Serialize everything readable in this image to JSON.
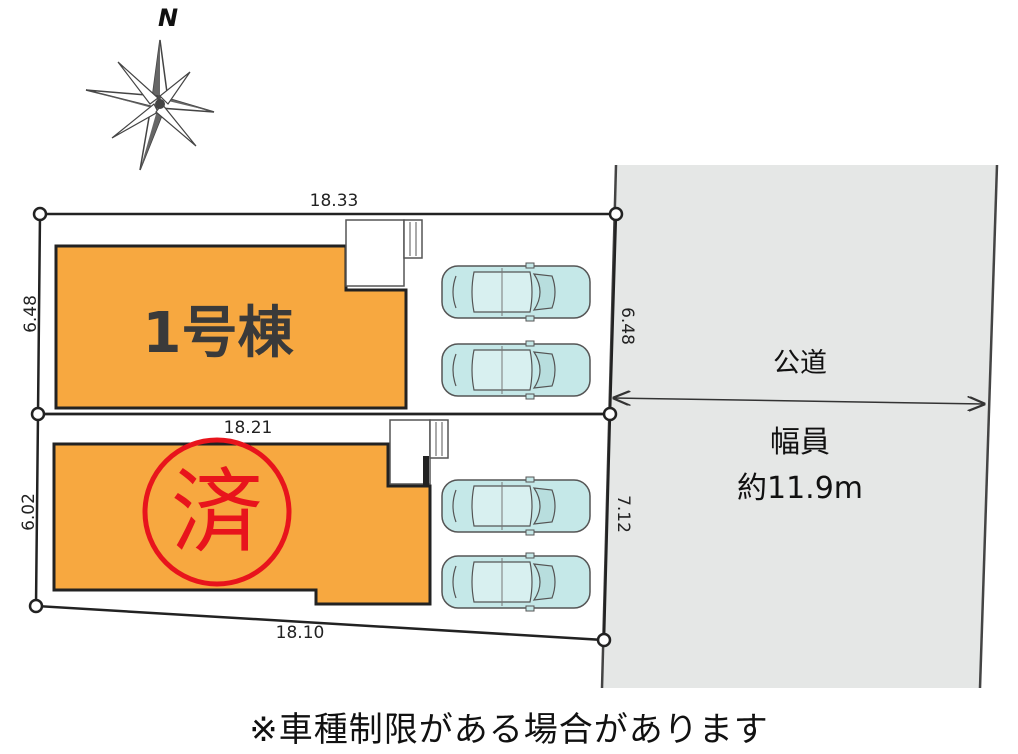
{
  "compass": {
    "north_label": "N",
    "icon": "compass-rose-icon"
  },
  "lots": [
    {
      "house_label": "1号棟",
      "dims": {
        "top": "18.33",
        "left": "6.48",
        "right": "6.48"
      },
      "parking_spaces": 2,
      "status": ""
    },
    {
      "house_label": "",
      "stamp": "済",
      "dims": {
        "top": "18.21",
        "left": "6.02",
        "right": "7.12",
        "bottom": "18.10"
      },
      "parking_spaces": 2,
      "status": "sold"
    }
  ],
  "road": {
    "name": "公道",
    "width_label": "幅員",
    "width_value": "約11.9m"
  },
  "note": "※車種制限がある場合があります",
  "colors": {
    "house": "#f7a840",
    "stamp": "#e8141c",
    "road": "#e5e7e6",
    "car": "#c5e8e8"
  }
}
